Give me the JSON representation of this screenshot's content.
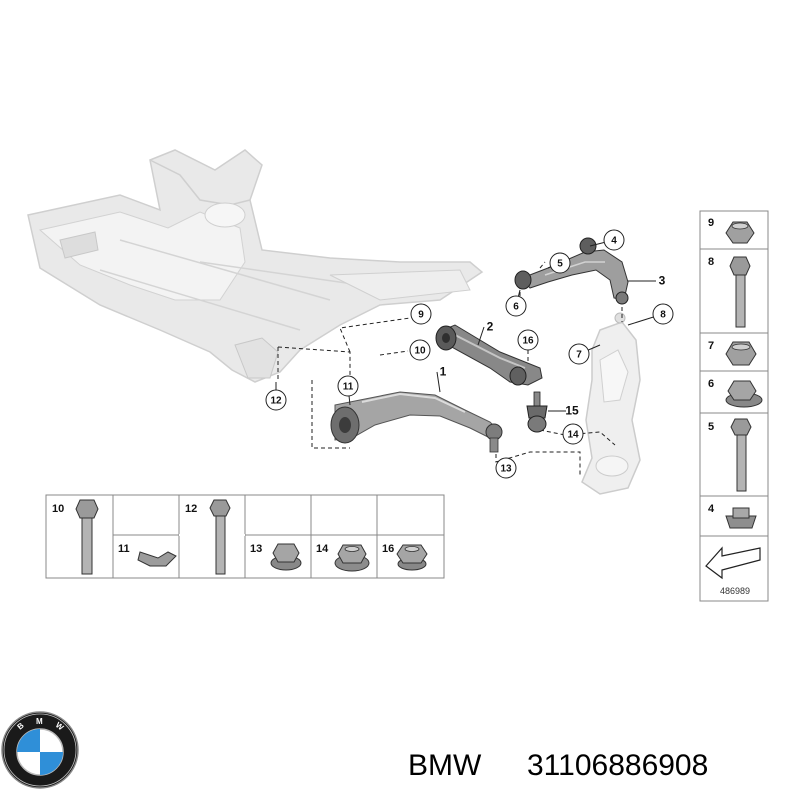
{
  "diagram_number": "486989",
  "brand": "BMW",
  "part_number": "31106886908",
  "logo_letters": [
    "B",
    "M",
    "W"
  ],
  "colors": {
    "frame": "#e6e6e6",
    "frame_edge": "#c8c8c8",
    "part_dark": "#6a6a6a",
    "part_mid": "#9a9a9a",
    "part_light": "#d8d8d8",
    "logo_blue": "#2f8fd8",
    "logo_ring": "#1a1a1a"
  },
  "callouts": [
    "1",
    "2",
    "3",
    "4",
    "5",
    "6",
    "7",
    "8",
    "9",
    "10",
    "11",
    "12",
    "13",
    "14",
    "15",
    "16"
  ],
  "right_column": [
    "9",
    "8",
    "7",
    "6",
    "5",
    "4"
  ],
  "bottom_row": [
    "10",
    "11",
    "12",
    "13",
    "14",
    "16"
  ],
  "parts": {
    "1": "control-arm",
    "2": "tension-strut",
    "3": "upper-control-arm",
    "4": "nut",
    "5": "hex-bolt",
    "6": "hex-nut",
    "7": "hex-nut",
    "8": "hex-bolt",
    "9": "hex-nut",
    "10": "hex-bolt",
    "11": "bracket",
    "12": "hex-bolt",
    "13": "nut",
    "14": "nut",
    "15": "ball-joint",
    "16": "nut"
  }
}
